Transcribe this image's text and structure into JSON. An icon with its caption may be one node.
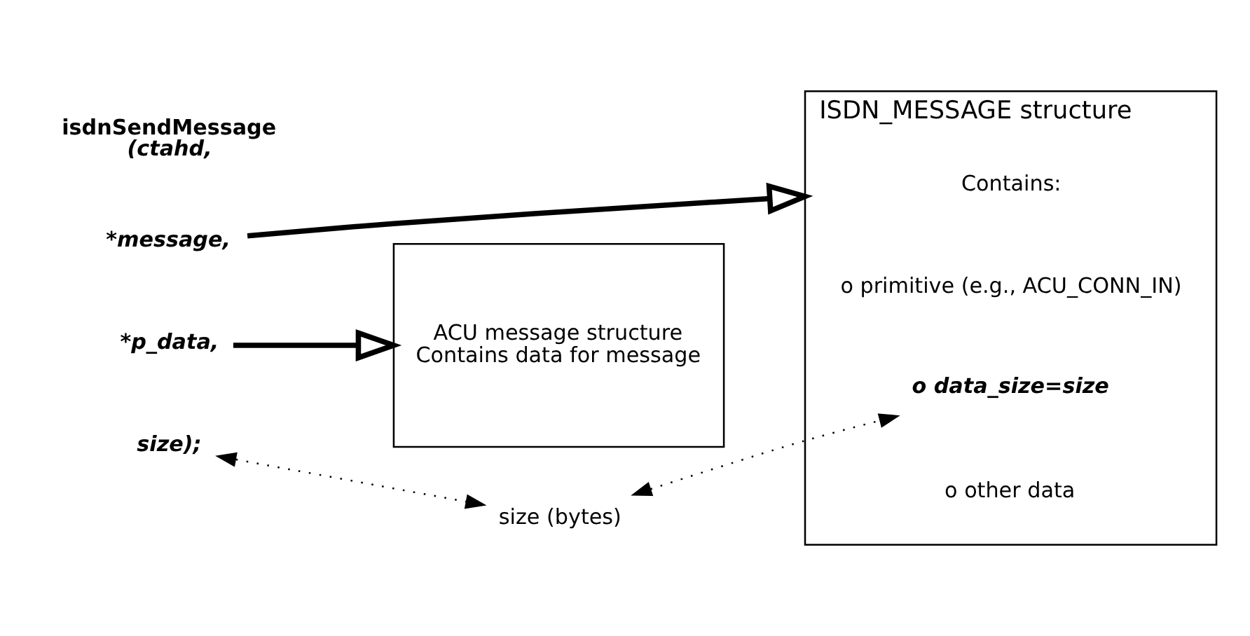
{
  "diagram": {
    "nodes": [
      {
        "text": [
          "isdnSendMessage",
          "(ctahd,"
        ]
      },
      {
        "text": [
          "*message,"
        ]
      },
      {
        "text": [
          "*p_data,"
        ]
      },
      {
        "text": [
          "size);"
        ]
      },
      {
        "text": [
          "ISDN_MESSAGE structure"
        ]
      },
      {
        "text": [
          "Contains:"
        ],
        "in": 4
      },
      {
        "text": [
          "o primitive (e.g., ACU_CONN_IN)"
        ],
        "in": 4
      },
      {
        "text": [
          "o data_size=size"
        ],
        "in": 4
      },
      {
        "text": [
          "o other data"
        ],
        "in": 4
      },
      {
        "text": [
          "ACU message structure",
          "Contains data for message"
        ]
      },
      {
        "text": [
          "size (bytes)"
        ]
      }
    ],
    "edges": [
      {
        "from": 1,
        "to": 4,
        "arrow": "to",
        "style": "thick"
      },
      {
        "from": 2,
        "to": 9,
        "arrow": "to",
        "style": "thick"
      },
      {
        "from": 3,
        "to": 10,
        "arrow": "both",
        "style": "dashed"
      },
      {
        "from": 10,
        "to": 7,
        "arrow": "both",
        "style": "dashed"
      }
    ]
  }
}
